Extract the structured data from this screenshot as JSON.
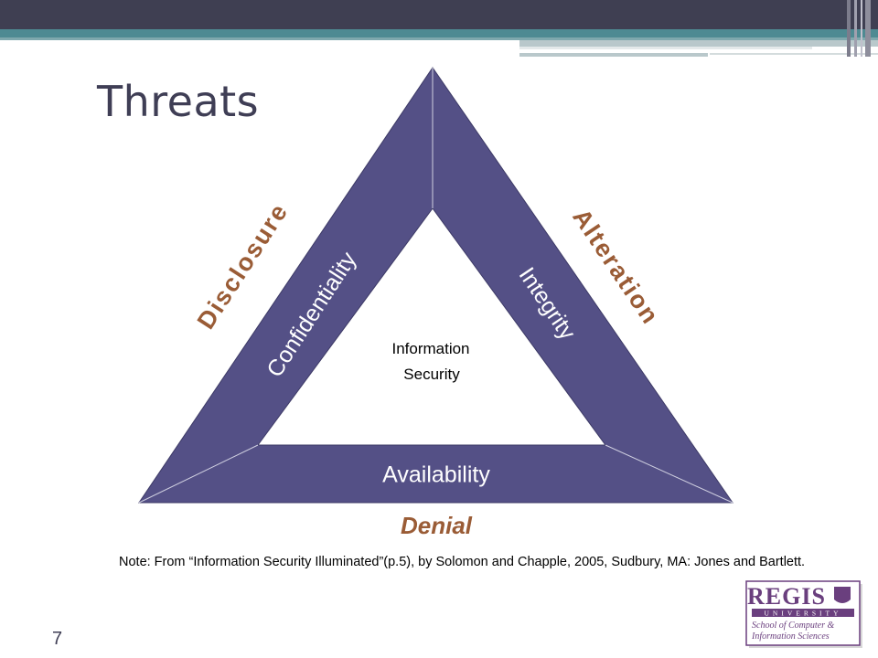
{
  "slide": {
    "title": "Threats",
    "page_number": "7",
    "note": "Note: From “Information Security Illuminated”(p.5), by Solomon and Chapple, 2005, Sudbury, MA: Jones and Bartlett."
  },
  "diagram": {
    "center_label_line1": "Information",
    "center_label_line2": "Security",
    "sides": {
      "left": "Confidentiality",
      "right": "Integrity",
      "bottom": "Availability"
    },
    "threats": {
      "left": "Disclosure",
      "right": "Alteration",
      "bottom": "Denial"
    }
  },
  "logo": {
    "name": "REGIS",
    "subtitle": "UNIVERSITY",
    "line1": "School of Computer &",
    "line2": "Information Sciences"
  },
  "colors": {
    "triangle_fill": "#545086",
    "threat_text": "#9a5c36",
    "header_dark": "#3f3f52",
    "header_teal": "#4e8a92",
    "logo_purple": "#6a3f7e"
  }
}
